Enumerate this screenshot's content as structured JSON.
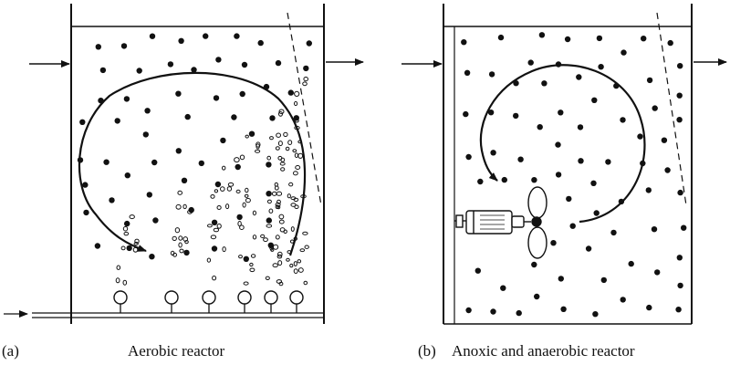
{
  "panel_a": {
    "label": "(a)",
    "caption": "Aerobic reactor"
  },
  "panel_b": {
    "label": "(b)",
    "caption": "Anoxic and anaerobic reactor"
  },
  "colors": {
    "ink": "#111111",
    "background": "#ffffff"
  },
  "icons": {
    "air_diffuser": "circle-on-stem",
    "mixer": "motor-with-propeller"
  }
}
